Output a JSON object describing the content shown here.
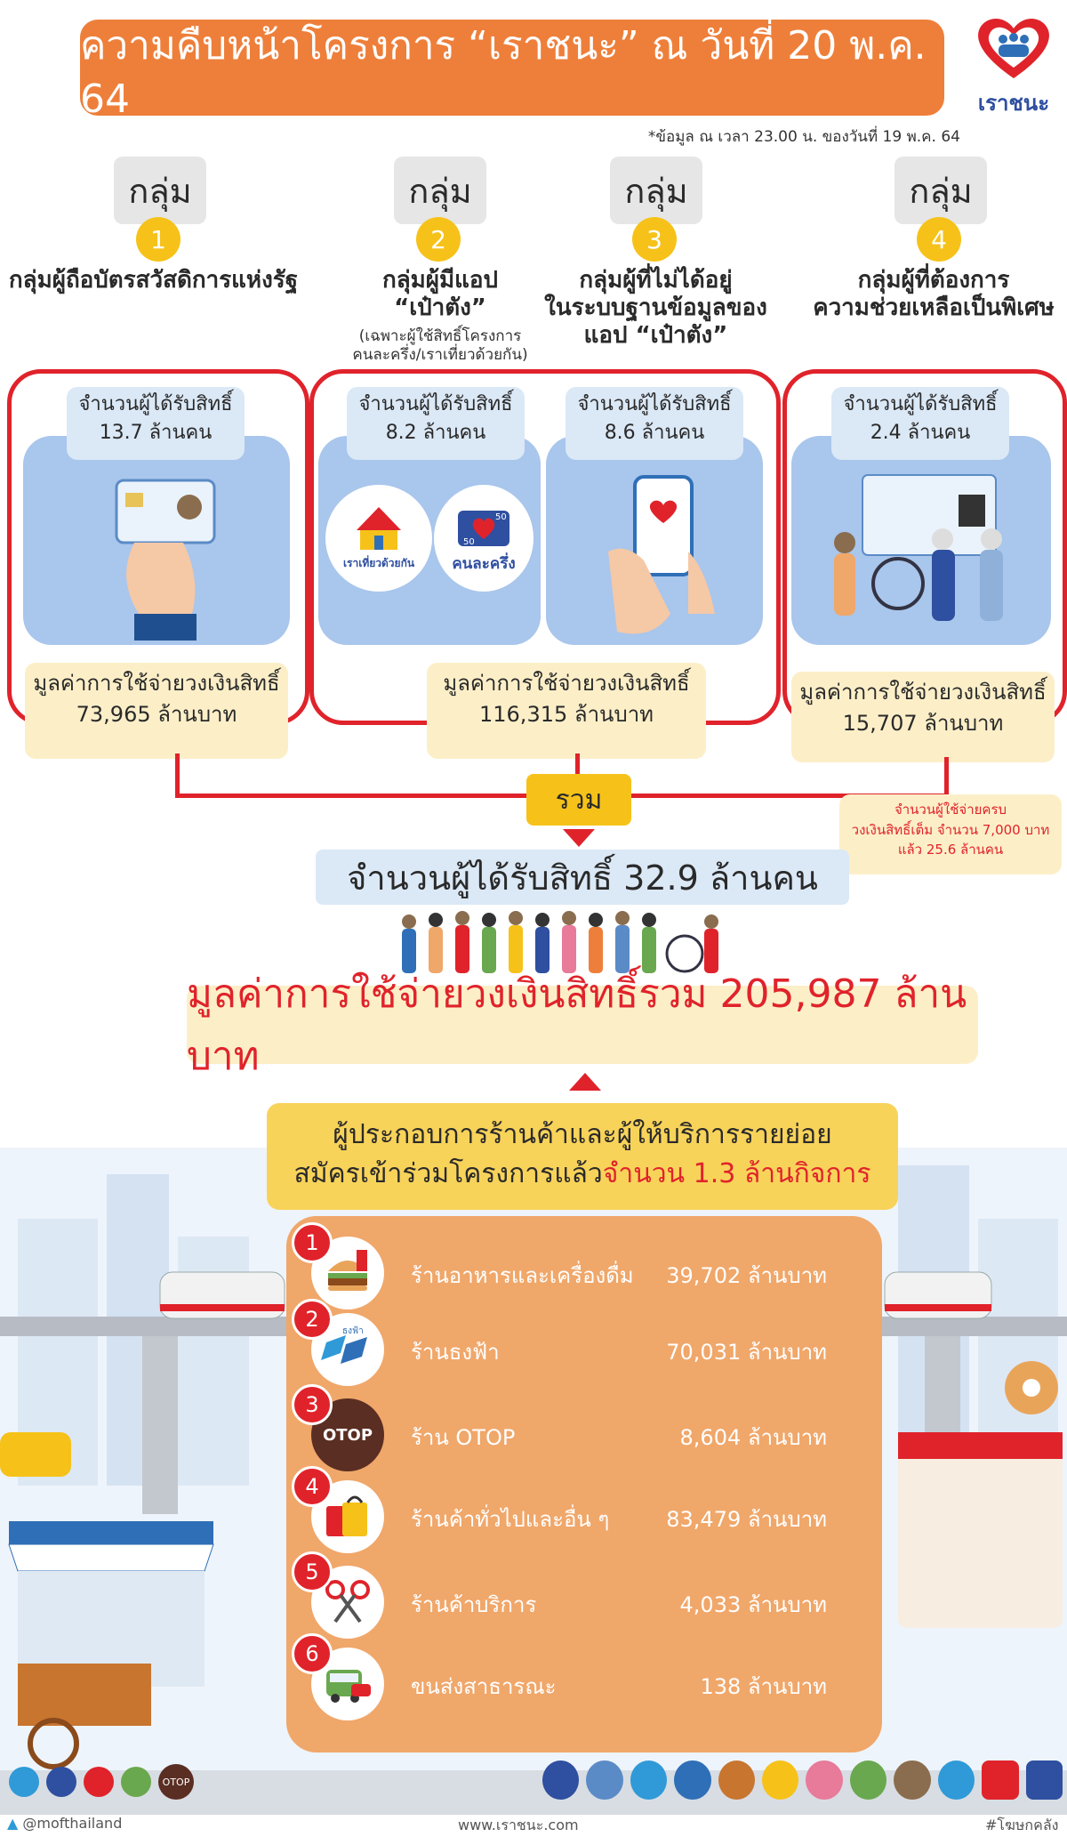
{
  "header": {
    "title": "ความคืบหน้าโครงการ “เราชนะ” ณ วันที่ 20 พ.ค. 64",
    "logo_text": "เราชนะ",
    "note": "*ข้อมูล ณ เวลา 23.00 น. ของวันที่ 19 พ.ค. 64"
  },
  "groups": [
    {
      "pill": "กลุ่ม",
      "num": "1",
      "title": "กลุ่มผู้ถือบัตรสวัสดิการแห่งรัฐ",
      "sub": ""
    },
    {
      "pill": "กลุ่ม",
      "num": "2",
      "title": "กลุ่มผู้มีแอป\n“เป๋าตัง”",
      "sub": "(เฉพาะผู้ใช้สิทธิ์โครงการ\nคนละครึ่ง/เราเที่ยวด้วยกัน)"
    },
    {
      "pill": "กลุ่ม",
      "num": "3",
      "title": "กลุ่มผู้ที่ไม่ได้อยู่\nในระบบฐานข้อมูลของ\nแอป “เป๋าตัง”",
      "sub": ""
    },
    {
      "pill": "กลุ่ม",
      "num": "4",
      "title": "กลุ่มผู้ที่ต้องการ\nความช่วยเหลือเป็นพิเศษ",
      "sub": ""
    }
  ],
  "recipients": {
    "label": "จำนวนผู้ได้รับสิทธิ์",
    "g1": "13.7 ล้านคน",
    "g2": "8.2 ล้านคน",
    "g3": "8.6 ล้านคน",
    "g4": "2.4 ล้านคน"
  },
  "logos": {
    "rao_tiew": "เราเที่ยวด้วยกัน",
    "khon_la_khrueng": "คนละครึ่ง",
    "fifty": "50"
  },
  "spending": {
    "label": "มูลค่าการใช้จ่ายวงเงินสิทธิ์",
    "g1": "73,965 ล้านบาท",
    "g23": "116,315 ล้านบาท",
    "g4": "15,707 ล้านบาท"
  },
  "summary": {
    "combine": "รวม",
    "total_recipients": "จำนวนผู้ได้รับสิทธิ์ 32.9 ล้านคน",
    "side_note": "จำนวนผู้ใช้จ่ายครบ\nวงเงินสิทธิ์เต็ม จำนวน 7,000 บาท\nแล้ว 25.6 ล้านคน",
    "total_spending": "มูลค่าการใช้จ่ายวงเงินสิทธิ์รวม 205,987 ล้านบาท",
    "merchants_line1": "ผู้ประกอบการร้านค้าและผู้ให้บริการรายย่อย",
    "merchants_line2a": "สมัครเข้าร่วมโครงการแล้ว",
    "merchants_line2b": "จำนวน 1.3 ล้านกิจการ"
  },
  "shops": [
    {
      "num": "1",
      "name": "ร้านอาหารและเครื่องดื่ม",
      "value": "39,702 ล้านบาท",
      "icon": "burger-drink-icon"
    },
    {
      "num": "2",
      "name": "ร้านธงฟ้า",
      "value": "70,031 ล้านบาท",
      "icon": "blue-flag-icon",
      "icon_text": "ธงฟ้า"
    },
    {
      "num": "3",
      "name": "ร้าน OTOP",
      "value": "8,604 ล้านบาท",
      "icon": "otop-icon",
      "icon_text": "OTOP"
    },
    {
      "num": "4",
      "name": "ร้านค้าทั่วไปและอื่น ๆ",
      "value": "83,479 ล้านบาท",
      "icon": "shopping-bag-icon"
    },
    {
      "num": "5",
      "name": "ร้านค้าบริการ",
      "value": "4,033 ล้านบาท",
      "icon": "scissors-icon"
    },
    {
      "num": "6",
      "name": "ขนส่งสาธารณะ",
      "value": "138 ล้านบาท",
      "icon": "bus-icon"
    }
  ],
  "footer": {
    "twitter": "@mofthailand",
    "website": "www.เราชนะ.com",
    "hashtag": "#โฆษกคลัง",
    "otop_logo": "OTOP"
  },
  "colors": {
    "orange": "#ee7f3a",
    "red": "#e0232b",
    "yellow": "#f6c21a",
    "light_blue": "#a9c6ec",
    "cream": "#fcefc8"
  }
}
